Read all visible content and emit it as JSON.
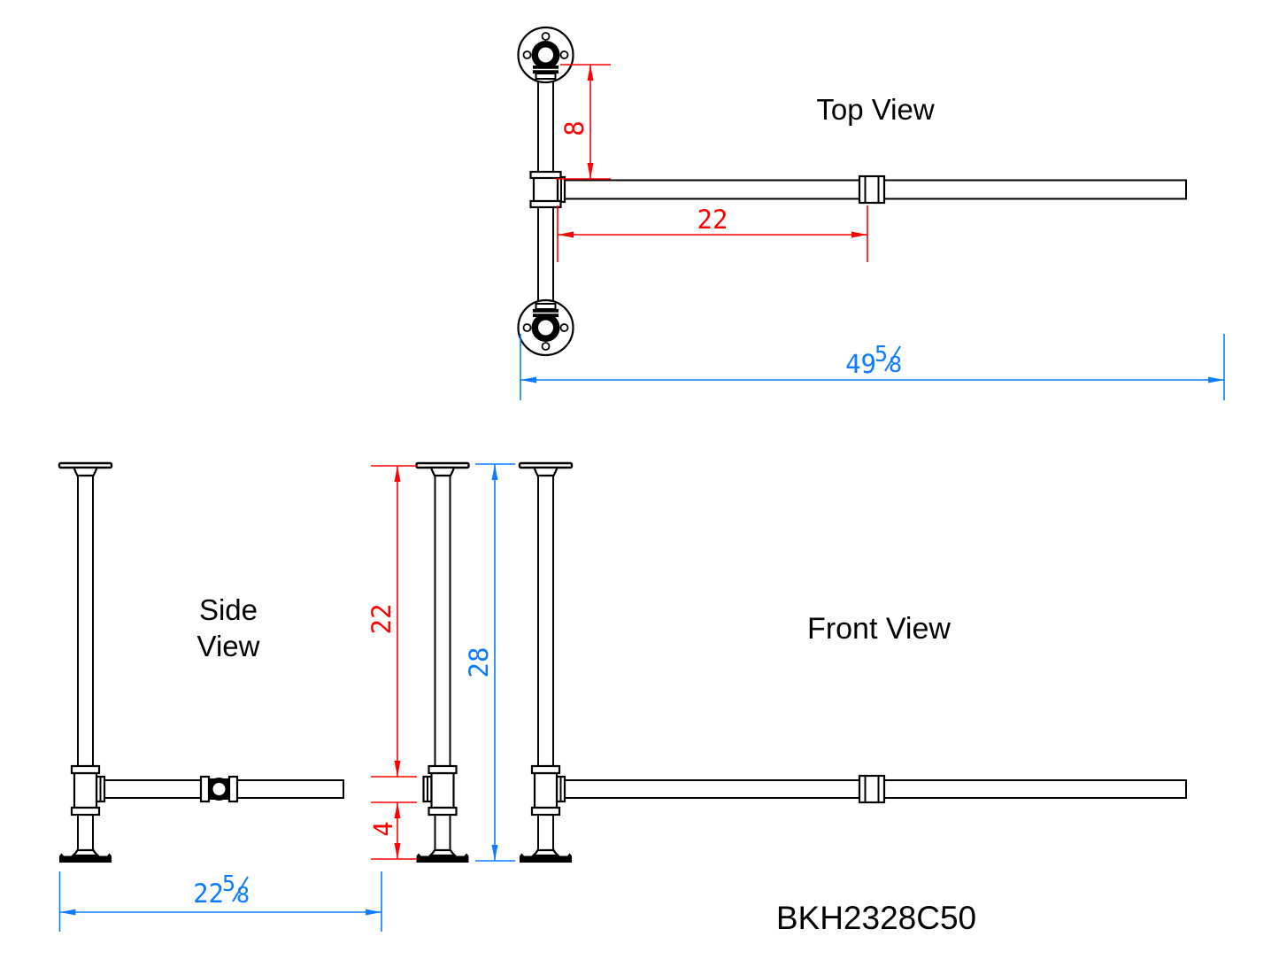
{
  "views": {
    "top": {
      "label": "Top View"
    },
    "side": {
      "line1": "Side",
      "line2": "View"
    },
    "front": {
      "label": "Front View"
    }
  },
  "model_number": "BKH2328C50",
  "dimensions": {
    "top": {
      "flange_to_crossbar": "8",
      "crossbar_to_center": "22",
      "overall_width": {
        "whole": "49",
        "numerator": "5",
        "denominator": "8"
      }
    },
    "side": {
      "leg_upper": "22",
      "crossbar_to_floor": "4",
      "overall_depth": {
        "whole": "22",
        "numerator": "5",
        "denominator": "8"
      }
    },
    "front": {
      "overall_height": "28"
    }
  },
  "colors": {
    "dimension_red": "#ff0000",
    "dimension_blue": "#0b7bff",
    "linework": "#000000",
    "background": "#ffffff"
  }
}
